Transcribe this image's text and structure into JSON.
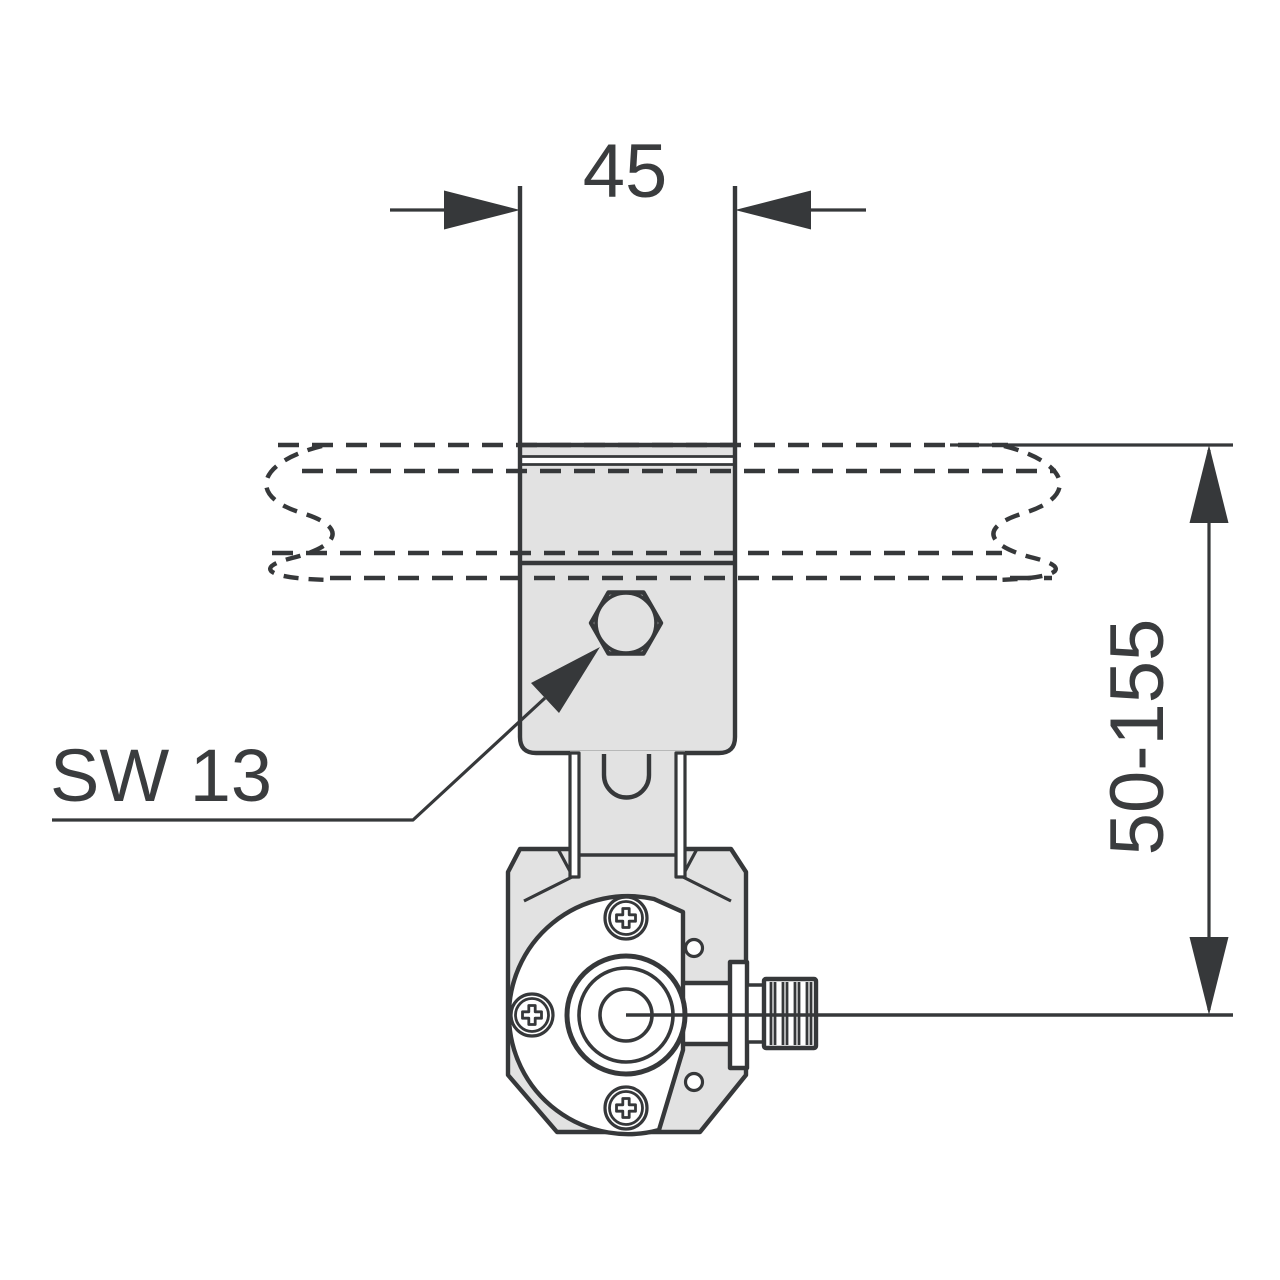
{
  "dimensions": {
    "width": {
      "value": "45"
    },
    "height_range": {
      "value": "50-155"
    }
  },
  "labels": {
    "wrench_size": {
      "value": "SW 13"
    }
  },
  "colors": {
    "line": "#36383a",
    "part_fill": "#e2e2e2",
    "background": "#ffffff",
    "text": "#3a3c3e"
  }
}
